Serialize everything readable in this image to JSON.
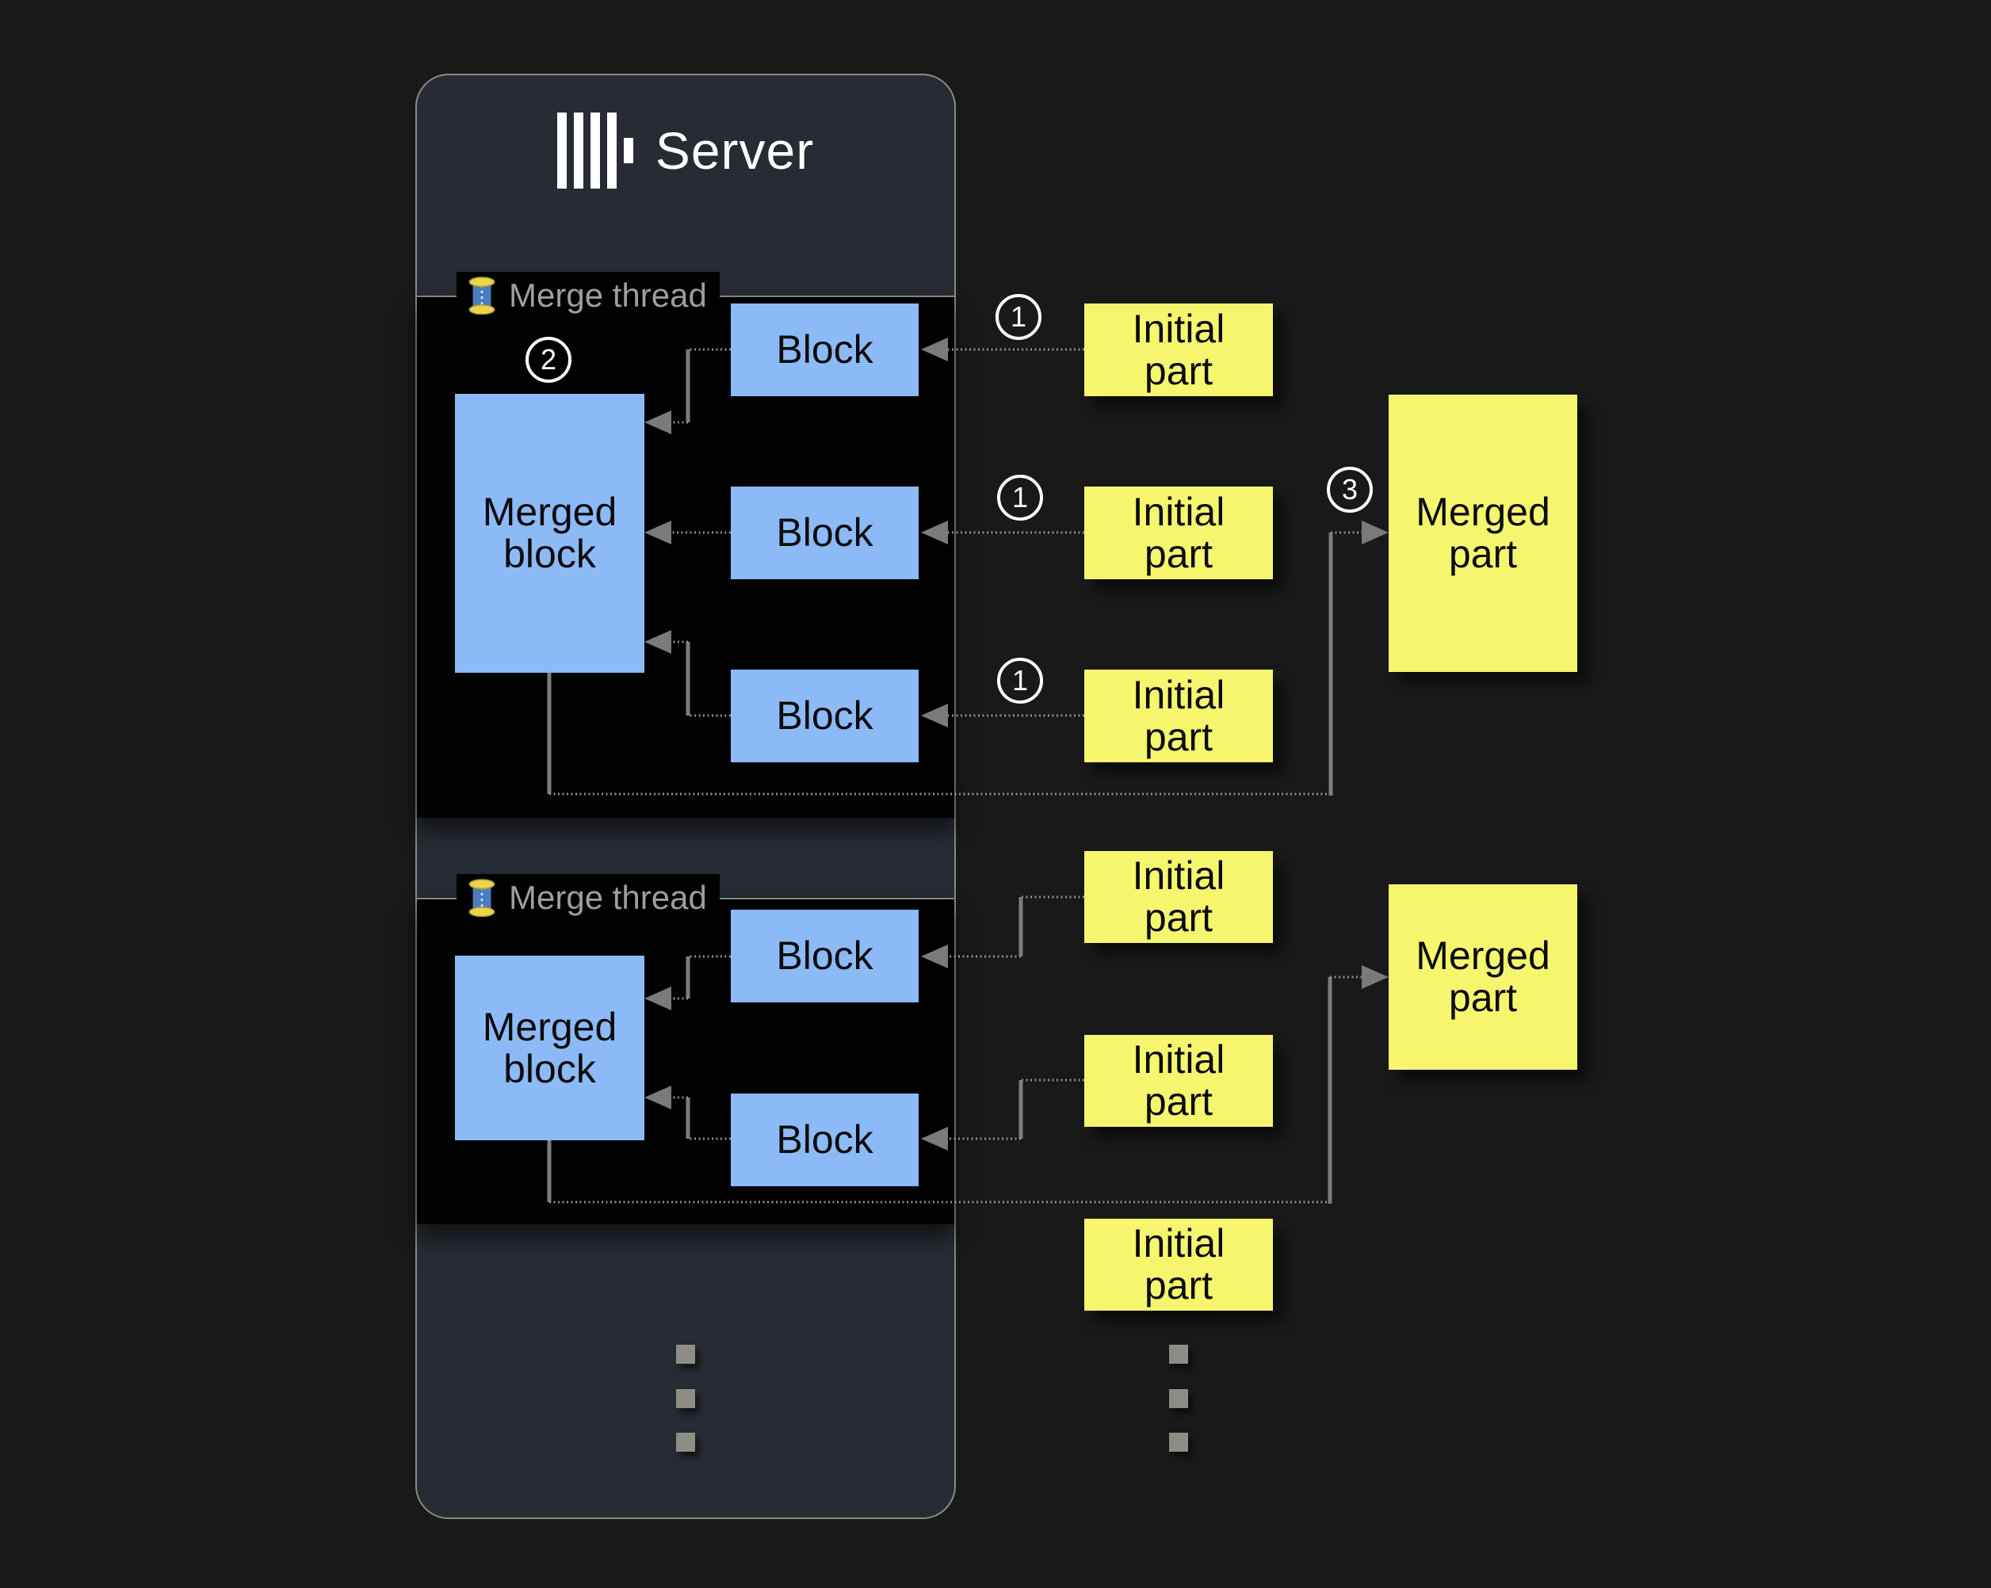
{
  "server": {
    "title": "Server",
    "logo_icon": "clickhouse-logo",
    "fill": "#272b33",
    "border_color": "#8b8b80"
  },
  "threads": [
    {
      "label": "Merge thread",
      "icon": "thread-spool-icon",
      "merged_block": "Merged block",
      "blocks": [
        "Block",
        "Block",
        "Block"
      ]
    },
    {
      "label": "Merge thread",
      "icon": "thread-spool-icon",
      "merged_block": "Merged block",
      "blocks": [
        "Block",
        "Block"
      ]
    }
  ],
  "parts": {
    "initial_group1": [
      "Initial part",
      "Initial part",
      "Initial part"
    ],
    "initial_group2": [
      "Initial part",
      "Initial part",
      "Initial part"
    ],
    "merged": [
      "Merged part",
      "Merged part"
    ]
  },
  "steps": {
    "one": "1",
    "two": "2",
    "three": "3"
  },
  "ellipsis": {
    "icon": "ellipsis-dots",
    "columns": 2,
    "dots_per_column": 3
  },
  "colors": {
    "background": "#191919",
    "block_blue": "#8cbaf7",
    "part_yellow": "#f6f66e",
    "connector_gray": "#8e8e8e",
    "legend_text": "#9e9e9e",
    "title_text": "#ffffff"
  }
}
